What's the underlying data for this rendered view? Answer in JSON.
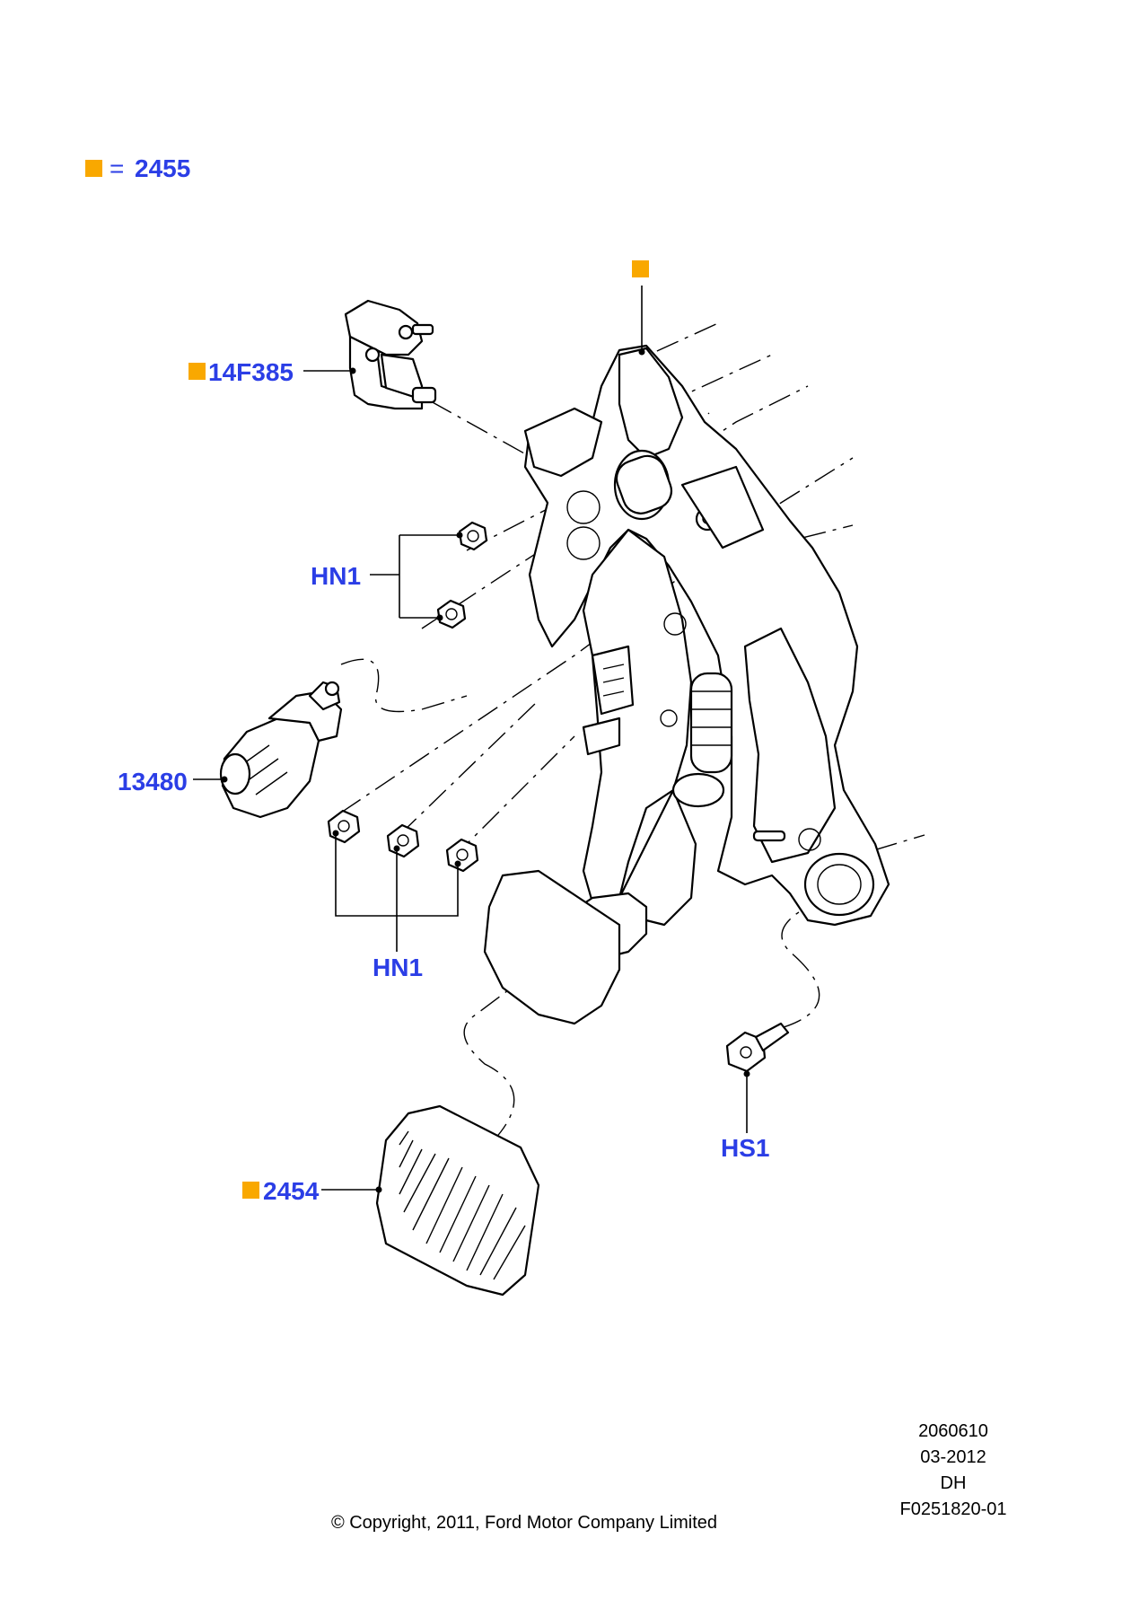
{
  "legend": {
    "symbol_color": "#f9a800",
    "equals": "=",
    "code": "2455"
  },
  "callouts": {
    "pedal_bracket": {
      "code": ""
    },
    "sensor": {
      "code": "14F385"
    },
    "nuts_upper": {
      "code": "HN1"
    },
    "switch": {
      "code": "13480"
    },
    "nuts_lower": {
      "code": "HN1"
    },
    "bolt": {
      "code": "HS1"
    },
    "pedal_pad": {
      "code": "2454"
    }
  },
  "meta": {
    "line1": "2060610",
    "line2": "03-2012",
    "line3": "DH",
    "line4": "F0251820-01",
    "copyright": "© Copyright, 2011, Ford Motor Company Limited"
  },
  "colors": {
    "label": "#2b3ee6",
    "marker": "#f9a800",
    "line": "#000000"
  }
}
